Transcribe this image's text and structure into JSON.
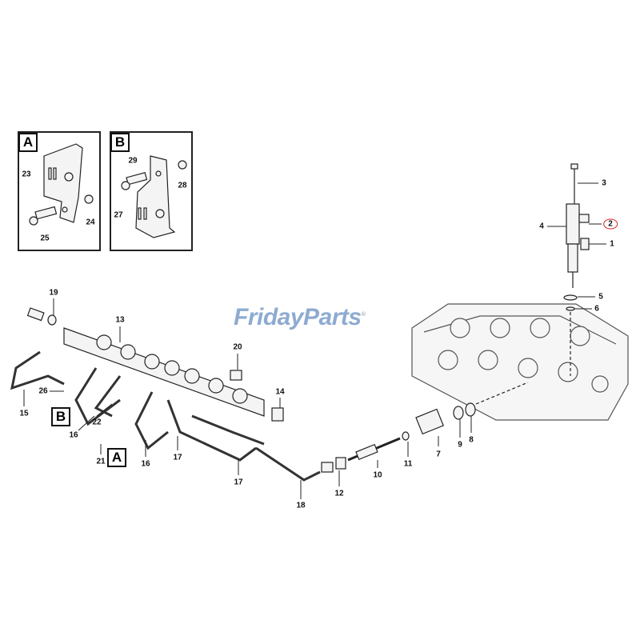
{
  "logo": {
    "text": "FridayParts",
    "registered": "®",
    "color": "#8eabd0",
    "accent": "#f2b56a"
  },
  "insets": [
    {
      "label": "A"
    },
    {
      "label": "B"
    }
  ],
  "detail_markers": [
    {
      "label": "B"
    },
    {
      "label": "A"
    }
  ],
  "callouts": [
    "1",
    "2",
    "3",
    "4",
    "5",
    "6",
    "7",
    "8",
    "9",
    "10",
    "11",
    "12",
    "13",
    "14",
    "15",
    "16",
    "16",
    "17",
    "17",
    "18",
    "19",
    "20",
    "21",
    "22",
    "23",
    "24",
    "25",
    "26",
    "27",
    "28",
    "29"
  ],
  "highlighted_callout": "2",
  "highlight_color": "#dd2222"
}
